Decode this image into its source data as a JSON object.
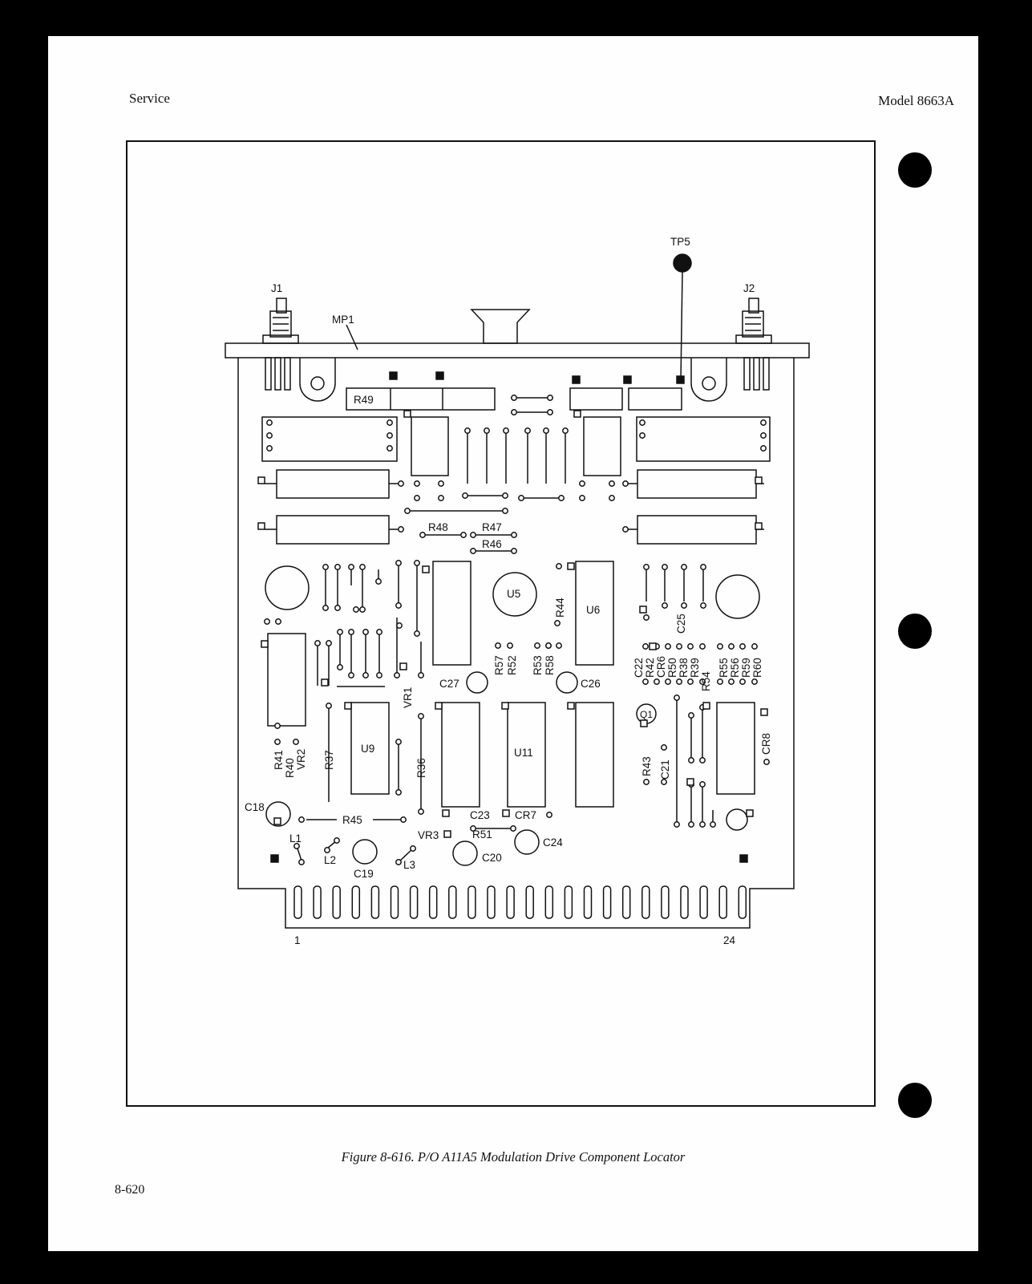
{
  "header": {
    "left": "Service",
    "right": "Model 8663A"
  },
  "footer": {
    "page_number": "8-620"
  },
  "caption": "Figure 8-616. P/O A11A5 Modulation Drive Component Locator",
  "diagram": {
    "connectors": {
      "j1": "J1",
      "j2": "J2",
      "tp5": "TP5",
      "mp1": "MP1"
    },
    "pins": {
      "first": "1",
      "last": "24"
    },
    "ics": {
      "u5": "U5",
      "u6": "U6",
      "u9": "U9",
      "u11": "U11",
      "q1": "Q1"
    },
    "labels": {
      "r49": "R49",
      "r48": "R48",
      "r47": "R47",
      "r46": "R46",
      "r44": "R44",
      "r57": "R57",
      "r52": "R52",
      "r53": "R53",
      "r58": "R58",
      "c27": "C27",
      "c26": "C26",
      "c25": "C25",
      "vr1": "VR1",
      "c22": "C22",
      "r42": "R42",
      "cr6": "CR6",
      "r50": "R50",
      "r38": "R38",
      "r39": "R39",
      "r54": "R54",
      "r55": "R55",
      "r56": "R56",
      "r59": "R59",
      "r60": "R60",
      "r41": "R41",
      "r40": "R40",
      "vr2": "VR2",
      "r37": "R37",
      "r36": "R36",
      "r43": "R43",
      "c21": "C21",
      "cr8": "CR8",
      "c18": "C18",
      "r45": "R45",
      "c23": "C23",
      "cr7": "CR7",
      "vr3": "VR3",
      "r51": "R51",
      "c24": "C24",
      "c20": "C20",
      "c19": "C19",
      "l1": "L1",
      "l2": "L2",
      "l3": "L3"
    }
  }
}
